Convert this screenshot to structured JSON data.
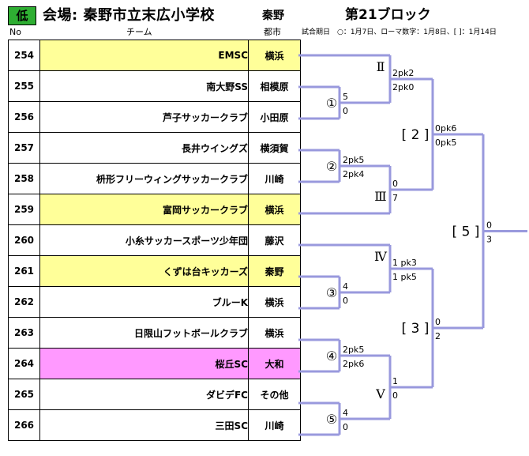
{
  "header": {
    "level_badge": "低",
    "venue": "会場: 秦野市立末広小学校",
    "city": "秦野",
    "block": "第21ブロック"
  },
  "columns": {
    "no": "No",
    "team": "チーム",
    "city": "都市"
  },
  "note": "試合期日　○：1月7日、ローマ数字：1月8日、[ ]：1月14日",
  "colors": {
    "yellow": "#ffff99",
    "pink": "#ff99ff",
    "white": "#ffffff",
    "line": "#9999dd",
    "badge": "#2eae32"
  },
  "teams": [
    {
      "no": "254",
      "name": "EMSC",
      "city": "横浜",
      "bg": "#ffff99"
    },
    {
      "no": "255",
      "name": "南大野SS",
      "city": "相模原",
      "bg": "#ffffff"
    },
    {
      "no": "256",
      "name": "芦子サッカークラブ",
      "city": "小田原",
      "bg": "#ffffff"
    },
    {
      "no": "257",
      "name": "長井ウイングズ",
      "city": "横須賀",
      "bg": "#ffffff"
    },
    {
      "no": "258",
      "name": "枡形フリーウィングサッカークラブ",
      "city": "川崎",
      "bg": "#ffffff"
    },
    {
      "no": "259",
      "name": "富岡サッカークラブ",
      "city": "横浜",
      "bg": "#ffff99"
    },
    {
      "no": "260",
      "name": "小糸サッカースポーツ少年団",
      "city": "藤沢",
      "bg": "#ffffff"
    },
    {
      "no": "261",
      "name": "くずは台キッカーズ",
      "city": "秦野",
      "bg": "#ffff99"
    },
    {
      "no": "262",
      "name": "ブルーK",
      "city": "横浜",
      "bg": "#ffffff"
    },
    {
      "no": "263",
      "name": "日限山フットボールクラブ",
      "city": "横浜",
      "bg": "#ffffff"
    },
    {
      "no": "264",
      "name": "桜丘SC",
      "city": "大和",
      "bg": "#ff99ff"
    },
    {
      "no": "265",
      "name": "ダビデFC",
      "city": "その他",
      "bg": "#ffffff"
    },
    {
      "no": "266",
      "name": "三田SC",
      "city": "川崎",
      "bg": "#ffffff"
    }
  ],
  "rounds": {
    "r1": [
      {
        "mark": "①",
        "top_score": "5",
        "bottom_score": "0"
      },
      {
        "mark": "②",
        "top_score": "2pk5",
        "bottom_score": "2pk4"
      },
      {
        "mark": "③",
        "top_score": "4",
        "bottom_score": "0"
      },
      {
        "mark": "④",
        "top_score": "2pk5",
        "bottom_score": "2pk6"
      },
      {
        "mark": "⑤",
        "top_score": "4",
        "bottom_score": "0"
      }
    ],
    "r2": [
      {
        "mark": "Ⅱ",
        "top_score": "2pk2",
        "bottom_score": "2pk0"
      },
      {
        "mark": "Ⅲ",
        "top_score": "0",
        "bottom_score": "7"
      },
      {
        "mark": "Ⅳ",
        "top_score": "1 pk3",
        "bottom_score": "1 pk5"
      },
      {
        "mark": "Ⅴ",
        "top_score": "1",
        "bottom_score": "0"
      }
    ],
    "r3": [
      {
        "mark": "[ 2 ]",
        "top_score": "0pk6",
        "bottom_score": "0pk5"
      },
      {
        "mark": "[ 3 ]",
        "top_score": "0",
        "bottom_score": "2"
      }
    ],
    "final": {
      "mark": "[ 5 ]",
      "top_score": "0",
      "bottom_score": "3"
    }
  }
}
